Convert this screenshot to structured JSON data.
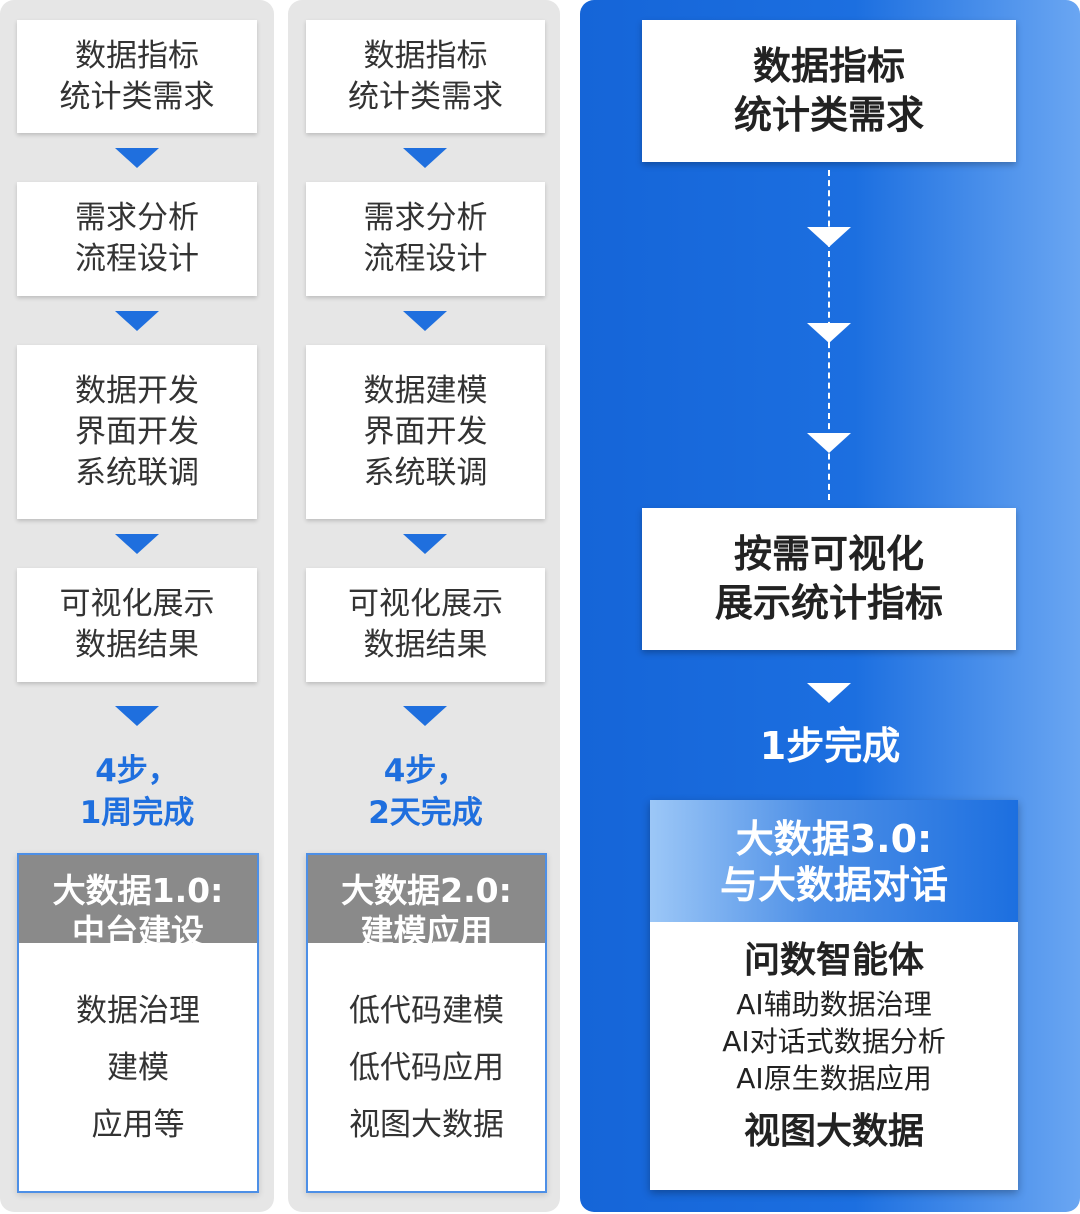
{
  "columns": [
    {
      "steps": [
        [
          "数据指标",
          "统计类需求"
        ],
        [
          "需求分析",
          "流程设计"
        ],
        [
          "数据开发",
          "界面开发",
          "系统联调"
        ],
        [
          "可视化展示",
          "数据结果"
        ]
      ],
      "summary": [
        "4步，",
        "1周完成"
      ],
      "card": {
        "title": [
          "大数据1.0:",
          "中台建设"
        ],
        "items": [
          "数据治理",
          "建模",
          "应用等"
        ]
      }
    },
    {
      "steps": [
        [
          "数据指标",
          "统计类需求"
        ],
        [
          "需求分析",
          "流程设计"
        ],
        [
          "数据建模",
          "界面开发",
          "系统联调"
        ],
        [
          "可视化展示",
          "数据结果"
        ]
      ],
      "summary": [
        "4步，",
        "2天完成"
      ],
      "card": {
        "title": [
          "大数据2.0:",
          "建模应用"
        ],
        "items": [
          "低代码建模",
          "低代码应用",
          "视图大数据"
        ]
      }
    },
    {
      "steps": [
        [
          "数据指标",
          "统计类需求"
        ],
        [
          "按需可视化",
          "展示统计指标"
        ]
      ],
      "summary": "1步完成",
      "card": {
        "title": [
          "大数据3.0:",
          "与大数据对话"
        ],
        "headline": "问数智能体",
        "items": [
          "AI辅助数据治理",
          "AI对话式数据分析",
          "AI原生数据应用"
        ],
        "footer": "视图大数据"
      }
    }
  ],
  "colors": {
    "accent_blue": "#1f6fde",
    "panel_gray": "#e6e6e6",
    "card_header_gray": "#8a8a8a"
  }
}
